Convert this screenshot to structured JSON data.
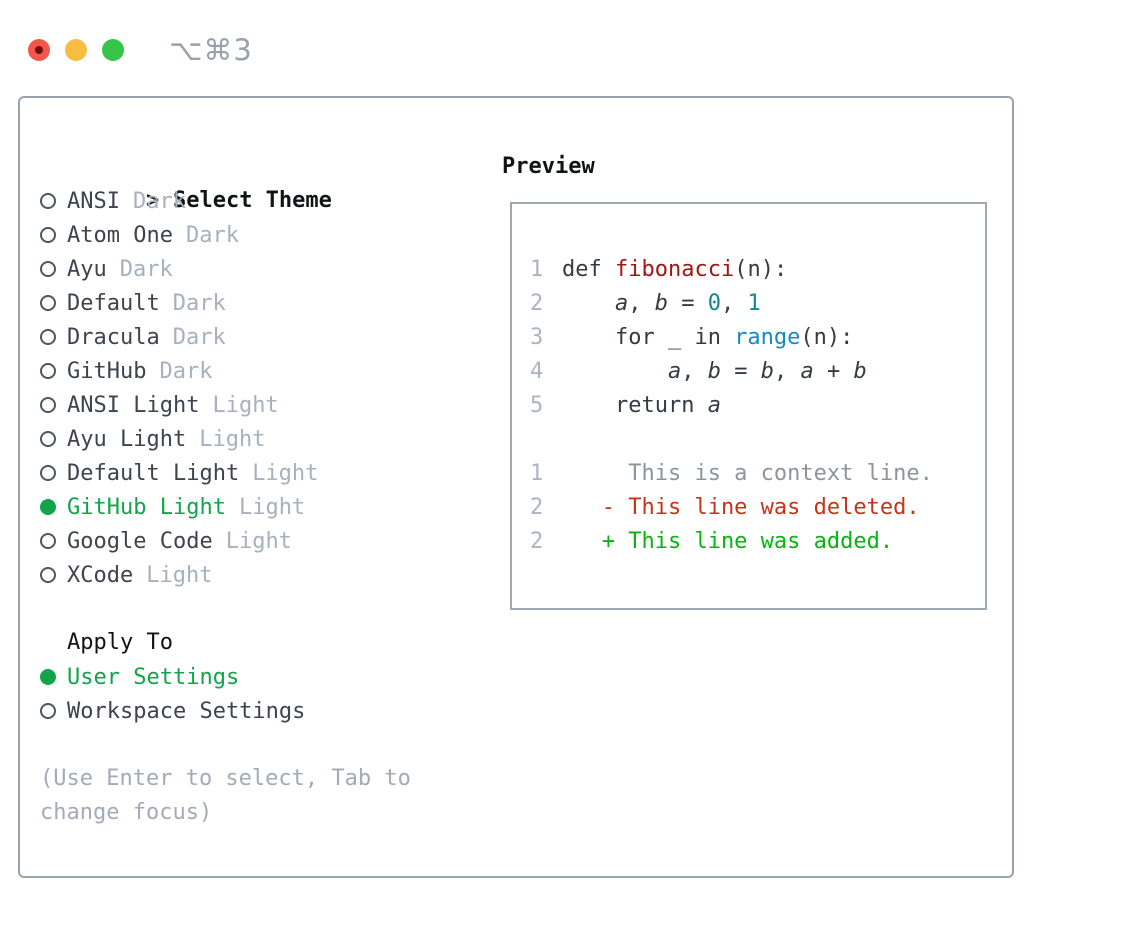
{
  "window": {
    "title": "⌥⌘3",
    "traffic_lights": {
      "close_color": "#f2564d",
      "minimize_color": "#f6bd40",
      "zoom_color": "#35c649",
      "close_dot_color": "#6e0f0a"
    }
  },
  "theme_picker": {
    "header_prefix": ">",
    "header_label": "Select Theme",
    "items": [
      {
        "name": "ANSI",
        "variant": "Dark",
        "selected": false
      },
      {
        "name": "Atom One",
        "variant": "Dark",
        "selected": false
      },
      {
        "name": "Ayu",
        "variant": "Dark",
        "selected": false
      },
      {
        "name": "Default",
        "variant": "Dark",
        "selected": false
      },
      {
        "name": "Dracula",
        "variant": "Dark",
        "selected": false
      },
      {
        "name": "GitHub",
        "variant": "Dark",
        "selected": false
      },
      {
        "name": "ANSI Light",
        "variant": "Light",
        "selected": false
      },
      {
        "name": "Ayu Light",
        "variant": "Light",
        "selected": false
      },
      {
        "name": "Default Light",
        "variant": "Light",
        "selected": false
      },
      {
        "name": "GitHub Light",
        "variant": "Light",
        "selected": true
      },
      {
        "name": "Google Code",
        "variant": "Light",
        "selected": false
      },
      {
        "name": "XCode",
        "variant": "Light",
        "selected": false
      }
    ],
    "apply_to": {
      "label": "Apply To",
      "options": [
        {
          "label": "User Settings",
          "selected": true
        },
        {
          "label": "Workspace Settings",
          "selected": false
        }
      ]
    },
    "hint_lines": [
      "(Use Enter to select, Tab to",
      "change focus)"
    ]
  },
  "preview": {
    "label": "Preview",
    "lines": [
      {
        "num": "1",
        "tokens": [
          {
            "text": "def ",
            "style": "code"
          },
          {
            "text": "fibonacci",
            "style": "function"
          },
          {
            "text": "(n):",
            "style": "code"
          }
        ]
      },
      {
        "num": "2",
        "tokens": [
          {
            "text": "    ",
            "style": "code"
          },
          {
            "text": "a",
            "style": "variable"
          },
          {
            "text": ", ",
            "style": "code"
          },
          {
            "text": "b",
            "style": "variable"
          },
          {
            "text": " = ",
            "style": "code"
          },
          {
            "text": "0",
            "style": "number"
          },
          {
            "text": ", ",
            "style": "code"
          },
          {
            "text": "1",
            "style": "number"
          }
        ]
      },
      {
        "num": "3",
        "tokens": [
          {
            "text": "    for _ in ",
            "style": "code"
          },
          {
            "text": "range",
            "style": "builtin"
          },
          {
            "text": "(n):",
            "style": "code"
          }
        ]
      },
      {
        "num": "4",
        "tokens": [
          {
            "text": "        ",
            "style": "code"
          },
          {
            "text": "a",
            "style": "variable"
          },
          {
            "text": ", ",
            "style": "code"
          },
          {
            "text": "b",
            "style": "variable"
          },
          {
            "text": " = ",
            "style": "code"
          },
          {
            "text": "b",
            "style": "variable"
          },
          {
            "text": ", ",
            "style": "code"
          },
          {
            "text": "a",
            "style": "variable"
          },
          {
            "text": " + ",
            "style": "code"
          },
          {
            "text": "b",
            "style": "variable"
          }
        ]
      },
      {
        "num": "5",
        "tokens": [
          {
            "text": "    return ",
            "style": "code"
          },
          {
            "text": "a",
            "style": "variable"
          }
        ]
      },
      {
        "num": "",
        "tokens": []
      },
      {
        "num": "1",
        "tokens": [
          {
            "text": "     This is a context line.",
            "style": "context"
          }
        ]
      },
      {
        "num": "2",
        "tokens": [
          {
            "text": "   - This line was deleted.",
            "style": "deleted"
          }
        ]
      },
      {
        "num": "2",
        "tokens": [
          {
            "text": "   + This line was added.",
            "style": "added"
          }
        ]
      }
    ]
  },
  "colors": {
    "accent_green": "#13a44b",
    "added_green": "#06b50d",
    "deleted_red": "#c63418",
    "function_red": "#a31515",
    "number_teal": "#0d8a8f",
    "builtin_blue": "#1588c9",
    "context_gray": "#8d949c",
    "muted_gray": "#a7b1bd",
    "panel_border": "#9aa3ad"
  }
}
